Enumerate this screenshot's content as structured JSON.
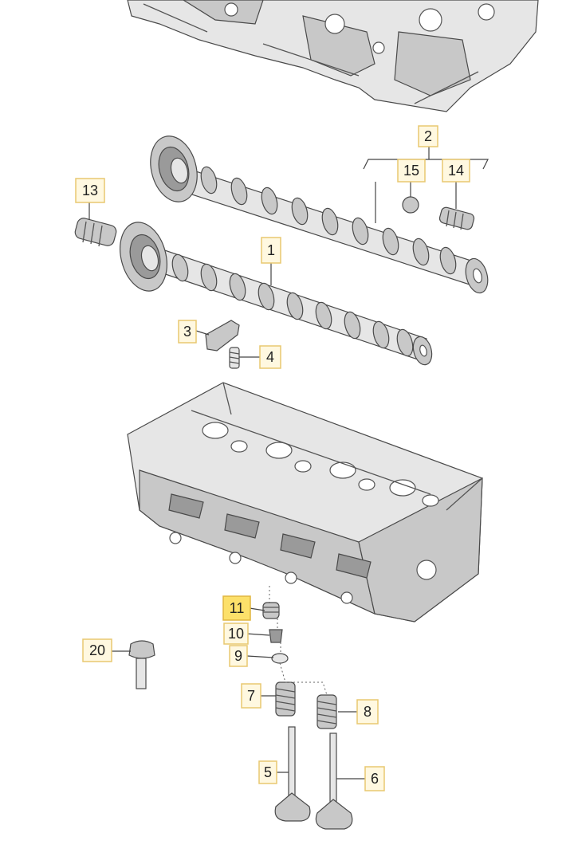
{
  "diagram": {
    "callouts": [
      {
        "id": "c2",
        "label": "2",
        "selected": false
      },
      {
        "id": "c15",
        "label": "15",
        "selected": false
      },
      {
        "id": "c14",
        "label": "14",
        "selected": false
      },
      {
        "id": "c13",
        "label": "13",
        "selected": false
      },
      {
        "id": "c1",
        "label": "1",
        "selected": false
      },
      {
        "id": "c3",
        "label": "3",
        "selected": false
      },
      {
        "id": "c4",
        "label": "4",
        "selected": false
      },
      {
        "id": "c11",
        "label": "11",
        "selected": true
      },
      {
        "id": "c10",
        "label": "10",
        "selected": false
      },
      {
        "id": "c9",
        "label": "9",
        "selected": false
      },
      {
        "id": "c20",
        "label": "20",
        "selected": false
      },
      {
        "id": "c7",
        "label": "7",
        "selected": false
      },
      {
        "id": "c8",
        "label": "8",
        "selected": false
      },
      {
        "id": "c5",
        "label": "5",
        "selected": false
      },
      {
        "id": "c6",
        "label": "6",
        "selected": false
      }
    ],
    "colors": {
      "callout_fill": "#fff8e0",
      "callout_selected_fill": "#fce06a",
      "metal": "#c8c8c8"
    }
  }
}
